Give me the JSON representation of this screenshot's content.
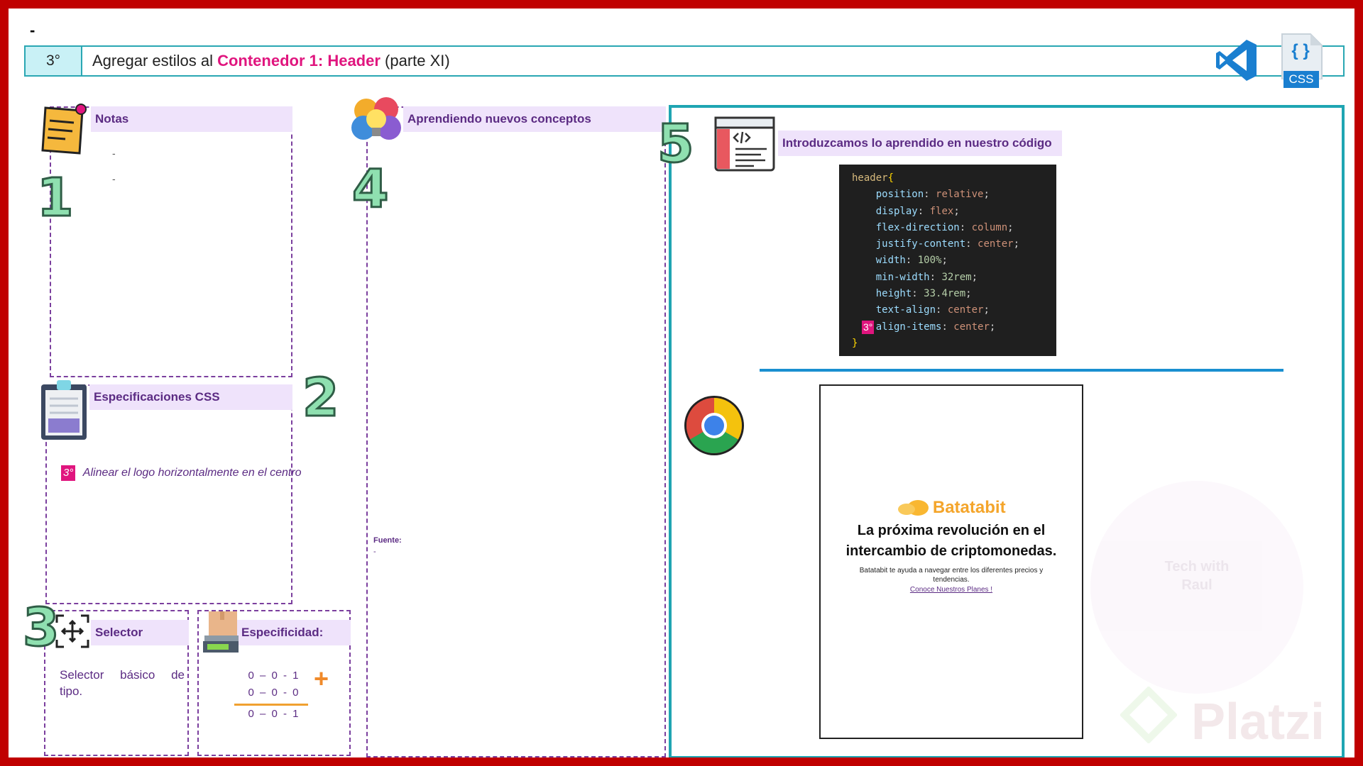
{
  "header": {
    "dash": "-",
    "step": "3°",
    "title_prefix": "Agregar estilos al ",
    "title_highlight": "Contenedor 1: Header",
    "title_suffix": " (parte XI)",
    "css_badge": "CSS",
    "css_braces": "{ }"
  },
  "notes": {
    "title": "Notas",
    "items": [
      "-",
      "-"
    ]
  },
  "specs": {
    "title": "Especificaciones CSS",
    "item_tag": "3°",
    "item_text": "Alinear el logo horizontalmente en el centro"
  },
  "selector": {
    "title": "Selector",
    "text": "Selector básico de tipo."
  },
  "specificity": {
    "title": "Especificidad:",
    "row1": "0 – 0 - 1",
    "row2": "0 – 0 - 0",
    "result": "0 – 0 - 1",
    "plus": "+"
  },
  "concepts": {
    "title": "Aprendiendo nuevos conceptos",
    "source_label": "Fuente:",
    "source_value": "-"
  },
  "code_section": {
    "title": "Introduzcamos lo aprendido en nuestro código",
    "marker": "3°",
    "selector": "header",
    "open_brace": "{",
    "close_brace": "}",
    "lines": [
      {
        "prop": "position",
        "value": "relative",
        "kind": "val"
      },
      {
        "prop": "display",
        "value": "flex",
        "kind": "val"
      },
      {
        "prop": "flex-direction",
        "value": "column",
        "kind": "val"
      },
      {
        "prop": "justify-content",
        "value": "center",
        "kind": "val"
      },
      {
        "prop": "width",
        "value": "100%",
        "kind": "num"
      },
      {
        "prop": "min-width",
        "value": "32rem",
        "kind": "num"
      },
      {
        "prop": "height",
        "value": "33.4rem",
        "kind": "num"
      },
      {
        "prop": "text-align",
        "value": "center",
        "kind": "val"
      },
      {
        "prop": "align-items",
        "value": "center",
        "kind": "val"
      }
    ]
  },
  "preview": {
    "logo_text": "Batatabit",
    "heading": "La próxima revolución en el intercambio de criptomonedas.",
    "description": "Batatabit te ayuda a navegar entre los diferentes precios y tendencias.",
    "link": "Conoce Nuestros Planes !"
  },
  "numbers": {
    "n1": "1",
    "n2": "2",
    "n3": "3",
    "n4": "4",
    "n5": "5"
  },
  "watermark": {
    "brand": "Platzi",
    "badge_line1": "Tech with",
    "badge_line2": "Raul"
  },
  "colors": {
    "frame": "#c00000",
    "accent_pink": "#e0157e",
    "panel_teal": "#1fa5b2",
    "band": "#efe3fb",
    "label_purple": "#5b2b83"
  }
}
